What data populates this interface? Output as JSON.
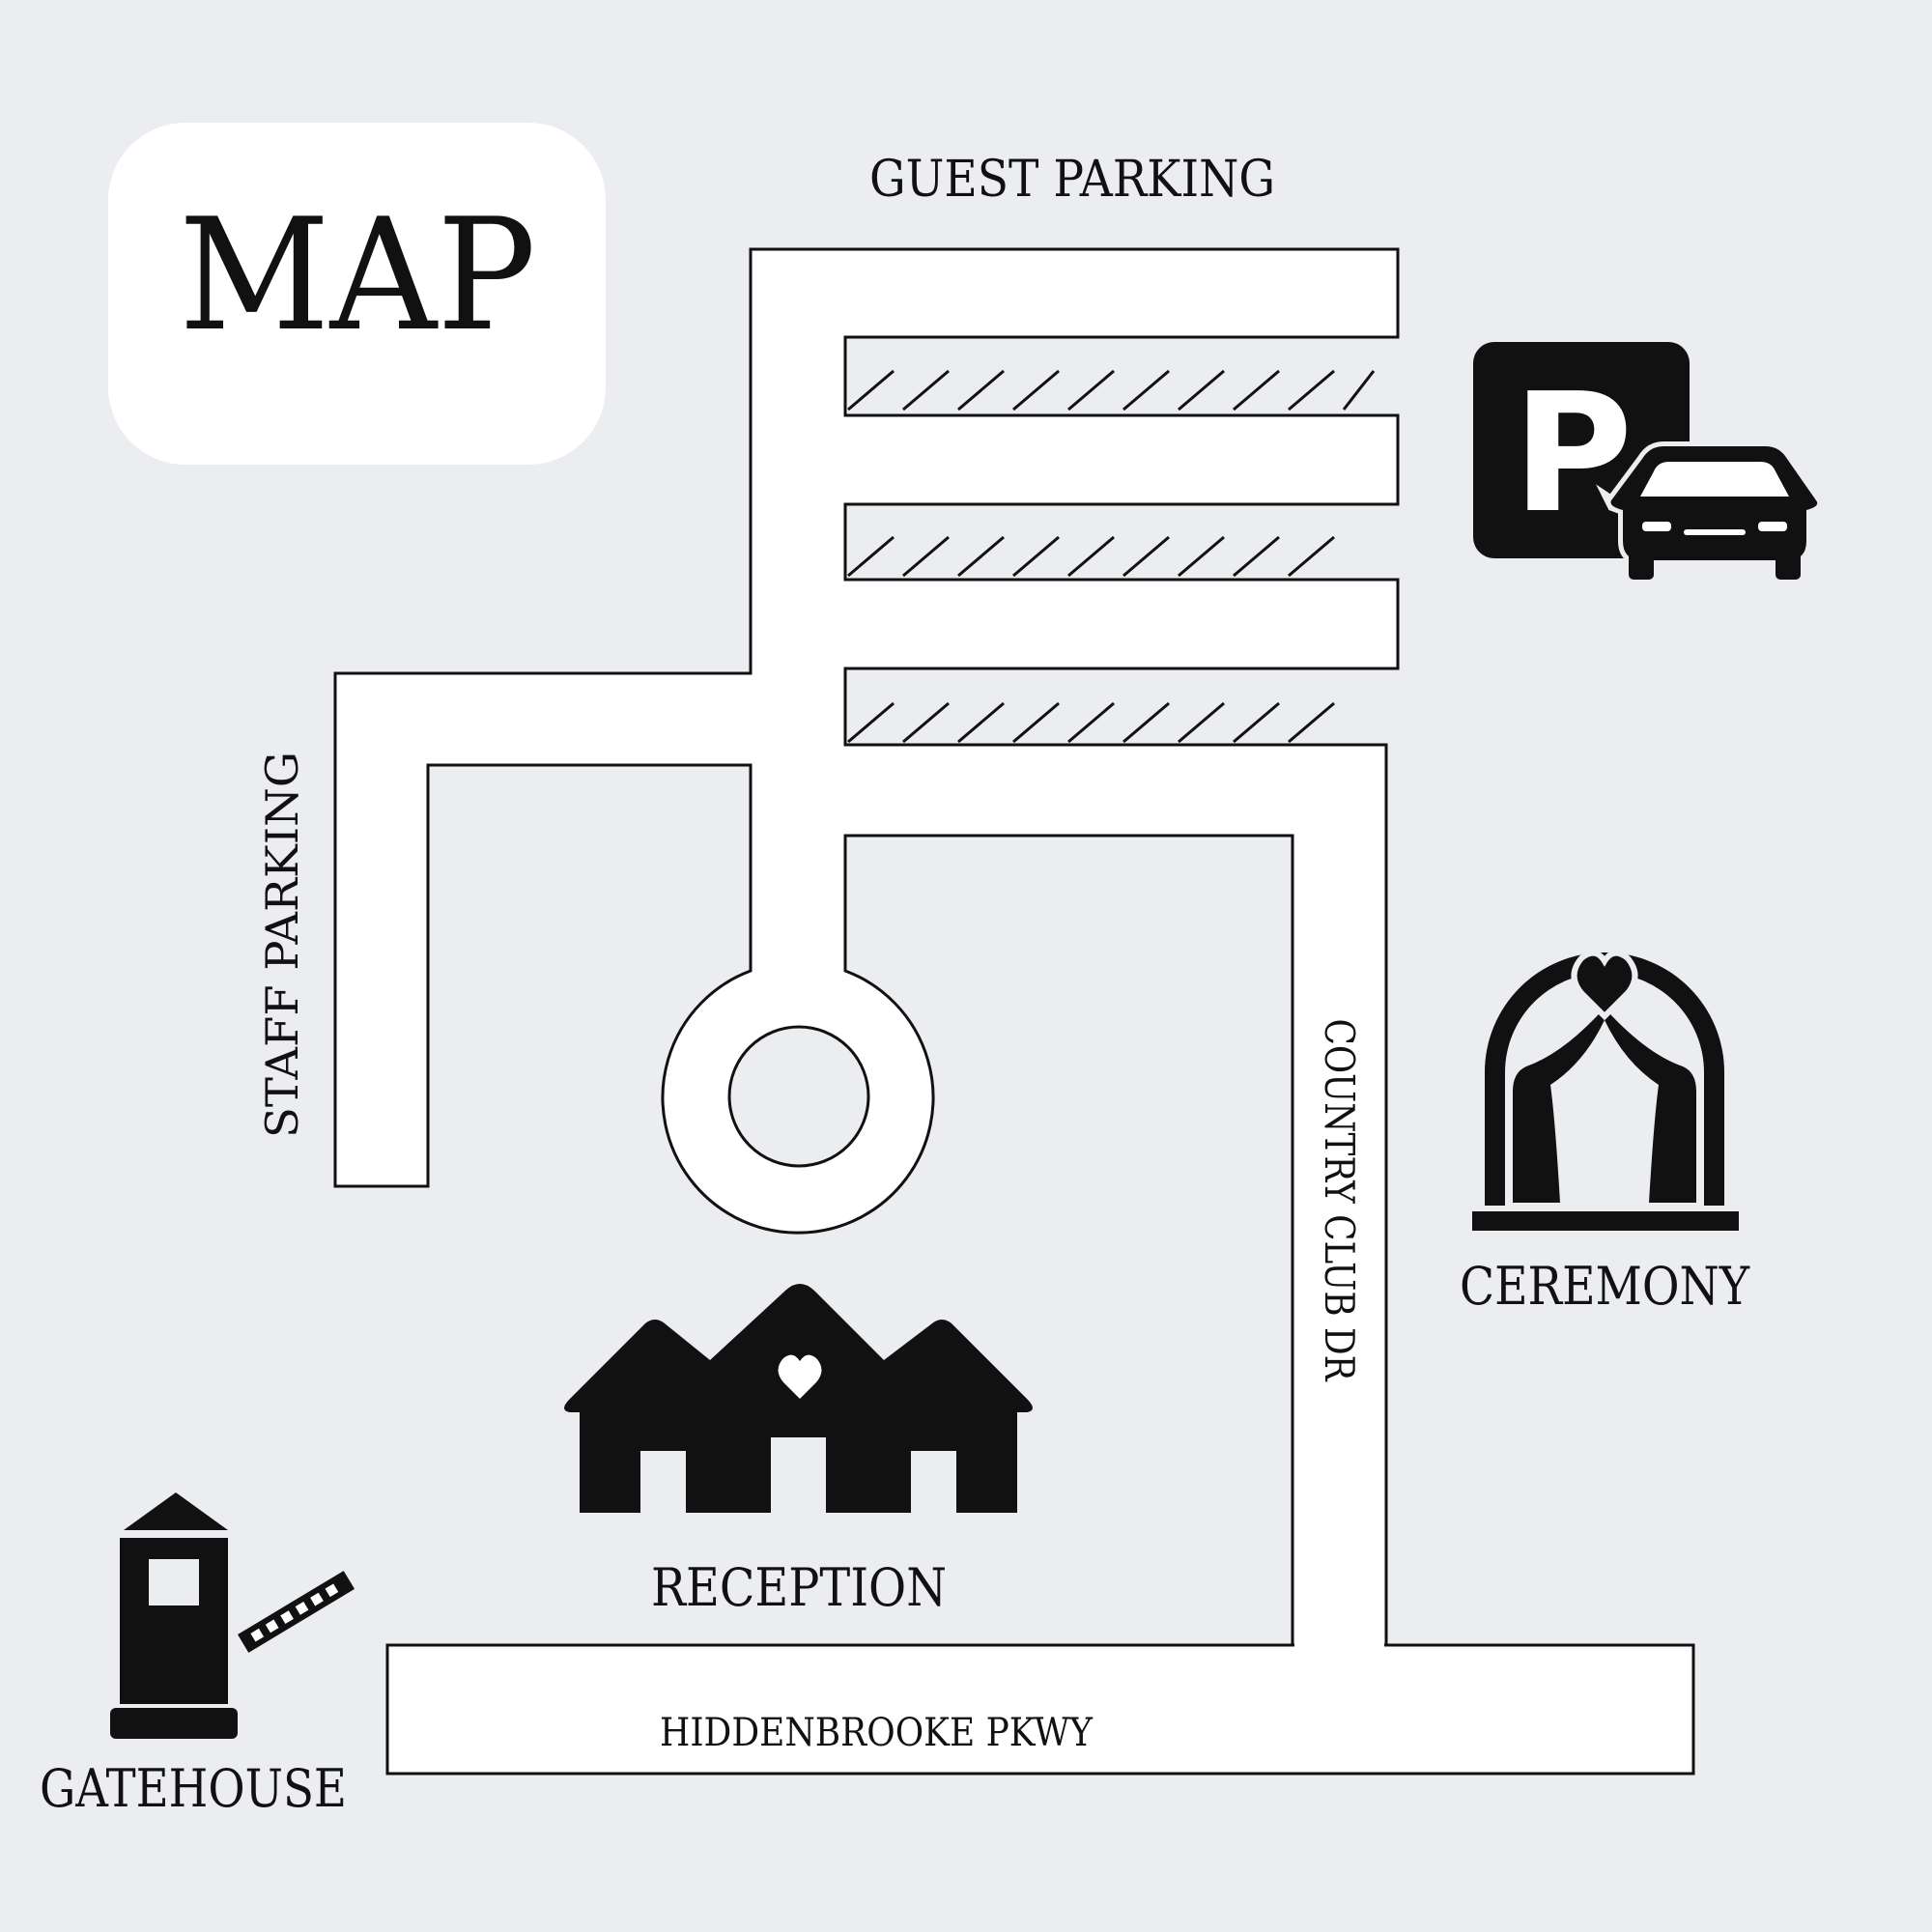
{
  "title": "MAP",
  "labels": {
    "guest_parking": "GUEST PARKING",
    "staff_parking": "STAFF PARKING",
    "country_club": "COUNTRY CLUB DR",
    "ceremony": "CEREMONY",
    "reception": "RECEPTION",
    "hiddenbrooke": "HIDDENBROOKE PKWY",
    "gatehouse": "GATEHOUSE"
  },
  "parking_sign_letter": "P",
  "colors": {
    "background": "#ecedf1",
    "road": "#ffffff",
    "ink": "#111111"
  },
  "icons": [
    "parking-car-icon",
    "wedding-arch-heart-icon",
    "reception-houses-heart-icon",
    "gatehouse-barrier-icon"
  ]
}
